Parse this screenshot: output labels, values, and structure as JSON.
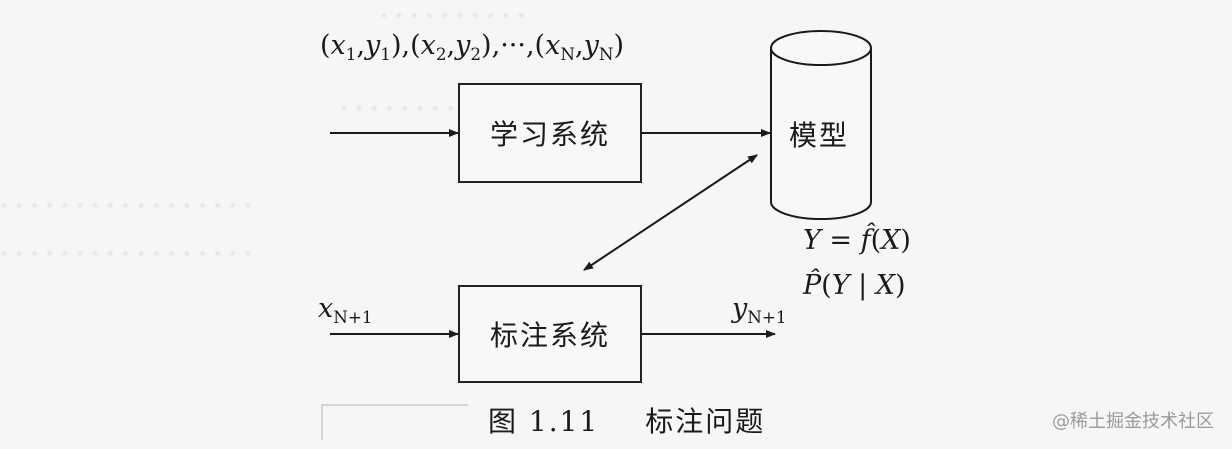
{
  "diagram": {
    "training_data": {
      "items": [
        {
          "x": "x",
          "xi": "1",
          "y": "y",
          "yi": "1"
        },
        {
          "x": "x",
          "xi": "2",
          "y": "y",
          "yi": "2"
        },
        {
          "x": "x",
          "xi": "N",
          "y": "y",
          "yi": "N"
        }
      ],
      "separator": ",",
      "ellipsis": "···"
    },
    "learning_system_label": "学习系统",
    "labeling_system_label": "标注系统",
    "model_label": "模型",
    "model_eq1": {
      "lhs": "Y",
      "fn": "f̂",
      "arg": "X"
    },
    "model_eq2": {
      "fn": "P̂",
      "arg": "Y | X"
    },
    "input": {
      "var": "x",
      "sub": "N+1"
    },
    "output": {
      "var": "y",
      "sub": "N+1"
    },
    "caption": {
      "fig": "图 1.11",
      "title": "标注问题"
    }
  },
  "watermark": "@稀土掘金技术社区",
  "colors": {
    "background": "#f6f6f4",
    "ink": "#1a1a1a",
    "watermark": "#9a9a9a"
  }
}
